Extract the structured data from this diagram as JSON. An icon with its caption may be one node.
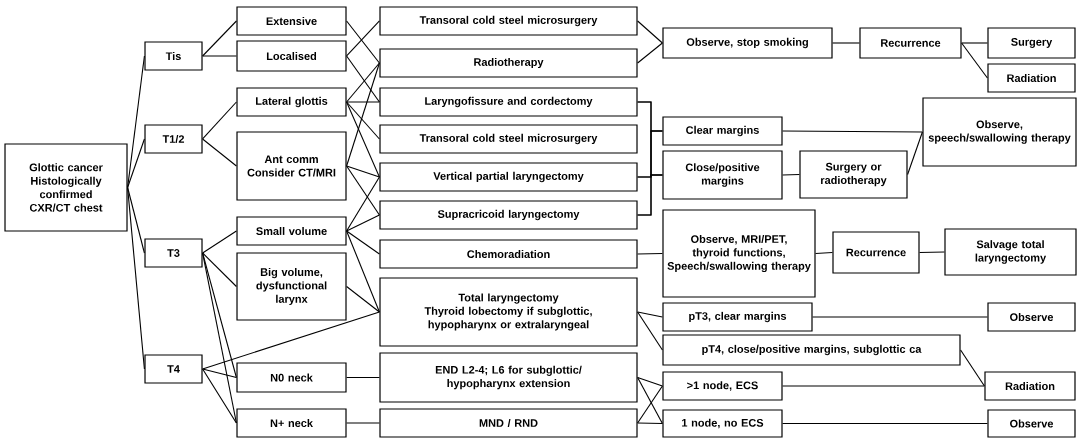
{
  "diagram": {
    "nodes": [
      {
        "text": [
          "Glottic cancer",
          "Histologically confirmed",
          "CXR/CT chest"
        ]
      },
      {
        "text": [
          "Tis"
        ]
      },
      {
        "text": [
          "T1/2"
        ]
      },
      {
        "text": [
          "T3"
        ]
      },
      {
        "text": [
          "T4"
        ]
      },
      {
        "text": [
          "Extensive"
        ]
      },
      {
        "text": [
          "Localised"
        ]
      },
      {
        "text": [
          "Lateral glottis"
        ]
      },
      {
        "text": [
          "Ant comm",
          "Consider CT/MRI"
        ]
      },
      {
        "text": [
          "Small volume"
        ]
      },
      {
        "text": [
          "Big volume, dysfunctional larynx"
        ]
      },
      {
        "text": [
          "N0 neck"
        ]
      },
      {
        "text": [
          "N+ neck"
        ]
      },
      {
        "text": [
          "Transoral cold steel microsurgery"
        ]
      },
      {
        "text": [
          "Radiotherapy"
        ]
      },
      {
        "text": [
          "Laryngofissure and cordectomy"
        ]
      },
      {
        "text": [
          "Transoral cold steel microsurgery"
        ]
      },
      {
        "text": [
          "Vertical partial laryngectomy"
        ]
      },
      {
        "text": [
          "Supracricoid laryngectomy"
        ]
      },
      {
        "text": [
          "Chemoradiation"
        ]
      },
      {
        "text": [
          "Total laryngectomy",
          "Thyroid lobectomy if subglottic, hypopharynx or extralaryngeal"
        ]
      },
      {
        "text": [
          "END L2-4; L6 for subglottic/ hypopharynx extension"
        ]
      },
      {
        "text": [
          "MND / RND"
        ]
      },
      {
        "text": [
          "Observe, stop smoking"
        ]
      },
      {
        "text": [
          "Recurrence"
        ]
      },
      {
        "text": [
          "Surgery"
        ]
      },
      {
        "text": [
          "Radiation"
        ]
      },
      {
        "text": [
          "Clear margins"
        ]
      },
      {
        "text": [
          "Close/positive margins"
        ]
      },
      {
        "text": [
          "Surgery or radiotherapy"
        ]
      },
      {
        "text": [
          "Observe, speech/swallowing therapy"
        ]
      },
      {
        "text": [
          "Observe, MRI/PET, thyroid functions, Speech/swallowing therapy"
        ]
      },
      {
        "text": [
          "Recurrence"
        ]
      },
      {
        "text": [
          "Salvage total laryngectomy"
        ]
      },
      {
        "text": [
          "pT3, clear margins"
        ]
      },
      {
        "text": [
          "Observe"
        ]
      },
      {
        "text": [
          "pT4, close/positive margins, subglottic ca"
        ]
      },
      {
        "text": [
          ">1 node, ECS"
        ]
      },
      {
        "text": [
          "1 node, no ECS"
        ]
      },
      {
        "text": [
          "Radiation"
        ]
      },
      {
        "text": [
          "Observe"
        ]
      }
    ],
    "edges": [
      {
        "from": 0,
        "to": 1,
        "arrow": "none"
      },
      {
        "from": 0,
        "to": 2,
        "arrow": "none"
      },
      {
        "from": 0,
        "to": 3,
        "arrow": "none"
      },
      {
        "from": 0,
        "to": 4,
        "arrow": "none"
      },
      {
        "from": 1,
        "to": 5,
        "arrow": "none"
      },
      {
        "from": 1,
        "to": 6,
        "arrow": "none"
      },
      {
        "from": 2,
        "to": 7,
        "arrow": "none"
      },
      {
        "from": 2,
        "to": 8,
        "arrow": "none"
      },
      {
        "from": 3,
        "to": 9,
        "arrow": "none"
      },
      {
        "from": 3,
        "to": 10,
        "arrow": "none"
      },
      {
        "from": 3,
        "to": 11,
        "arrow": "none"
      },
      {
        "from": 3,
        "to": 12,
        "arrow": "none"
      },
      {
        "from": 4,
        "to": 20,
        "arrow": "none"
      },
      {
        "from": 4,
        "to": 11,
        "arrow": "none"
      },
      {
        "from": 4,
        "to": 12,
        "arrow": "none"
      },
      {
        "from": 5,
        "to": 14,
        "arrow": "none"
      },
      {
        "from": 6,
        "to": 13,
        "arrow": "none"
      },
      {
        "from": 6,
        "to": 15,
        "arrow": "none"
      },
      {
        "from": 7,
        "to": 14,
        "arrow": "none"
      },
      {
        "from": 7,
        "to": 15,
        "arrow": "none"
      },
      {
        "from": 7,
        "to": 16,
        "arrow": "none"
      },
      {
        "from": 7,
        "to": 17,
        "arrow": "none"
      },
      {
        "from": 8,
        "to": 14,
        "arrow": "none"
      },
      {
        "from": 8,
        "to": 17,
        "arrow": "none"
      },
      {
        "from": 8,
        "to": 18,
        "arrow": "none"
      },
      {
        "from": 9,
        "to": 17,
        "arrow": "none"
      },
      {
        "from": 9,
        "to": 18,
        "arrow": "none"
      },
      {
        "from": 9,
        "to": 19,
        "arrow": "none"
      },
      {
        "from": 9,
        "to": 20,
        "arrow": "none"
      },
      {
        "from": 10,
        "to": 20,
        "arrow": "none"
      },
      {
        "from": 11,
        "to": 21,
        "arrow": "none"
      },
      {
        "from": 12,
        "to": 22,
        "arrow": "none"
      },
      {
        "from": 13,
        "to": 23,
        "arrow": "none"
      },
      {
        "from": 14,
        "to": 23,
        "arrow": "none"
      },
      {
        "from": 23,
        "to": 24,
        "arrow": "none"
      },
      {
        "from": 24,
        "to": 25,
        "arrow": "none"
      },
      {
        "from": 24,
        "to": 26,
        "arrow": "none"
      },
      {
        "from": 15,
        "to": 27,
        "arrow": "none"
      },
      {
        "from": 15,
        "to": 28,
        "arrow": "none"
      },
      {
        "from": 17,
        "to": 27,
        "arrow": "none"
      },
      {
        "from": 17,
        "to": 28,
        "arrow": "none"
      },
      {
        "from": 18,
        "to": 27,
        "arrow": "none"
      },
      {
        "from": 18,
        "to": 28,
        "arrow": "none"
      },
      {
        "from": 27,
        "to": 30,
        "arrow": "none"
      },
      {
        "from": 28,
        "to": 29,
        "arrow": "none"
      },
      {
        "from": 29,
        "to": 30,
        "arrow": "none"
      },
      {
        "from": 19,
        "to": 31,
        "arrow": "none"
      },
      {
        "from": 31,
        "to": 32,
        "arrow": "none"
      },
      {
        "from": 32,
        "to": 33,
        "arrow": "none"
      },
      {
        "from": 20,
        "to": 34,
        "arrow": "none"
      },
      {
        "from": 20,
        "to": 36,
        "arrow": "none"
      },
      {
        "from": 34,
        "to": 35,
        "arrow": "none"
      },
      {
        "from": 36,
        "to": 39,
        "arrow": "none"
      },
      {
        "from": 21,
        "to": 37,
        "arrow": "none"
      },
      {
        "from": 21,
        "to": 38,
        "arrow": "none"
      },
      {
        "from": 22,
        "to": 37,
        "arrow": "none"
      },
      {
        "from": 22,
        "to": 38,
        "arrow": "none"
      },
      {
        "from": 37,
        "to": 39,
        "arrow": "none"
      },
      {
        "from": 38,
        "to": 40,
        "arrow": "none"
      }
    ]
  }
}
